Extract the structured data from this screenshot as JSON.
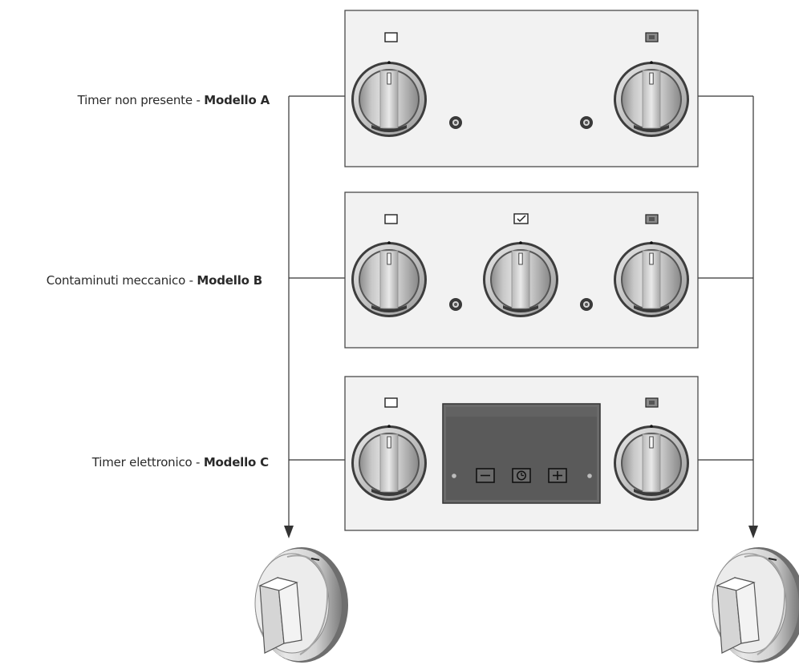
{
  "models": [
    {
      "description": "Timer non presente - ",
      "model": "Modello A"
    },
    {
      "description": "Contaminuti meccanico - ",
      "model": "Modello B"
    },
    {
      "description": "Timer elettronico - ",
      "model": "Modello C"
    }
  ],
  "icons": {
    "oven_indicator": "oven-rectangle-icon",
    "grill_indicator": "grill-square-icon",
    "timer_indicator": "timer-check-icon",
    "minus_button": "minus-icon",
    "clock_button": "clock-icon",
    "plus_button": "plus-icon"
  },
  "colors": {
    "panel_fill": "#f2f2f2",
    "panel_stroke": "#4a4a4a",
    "display_fill": "#5a5a5a",
    "knob_light": "#dedede",
    "knob_dark": "#9a9a9a",
    "line": "#333333"
  }
}
